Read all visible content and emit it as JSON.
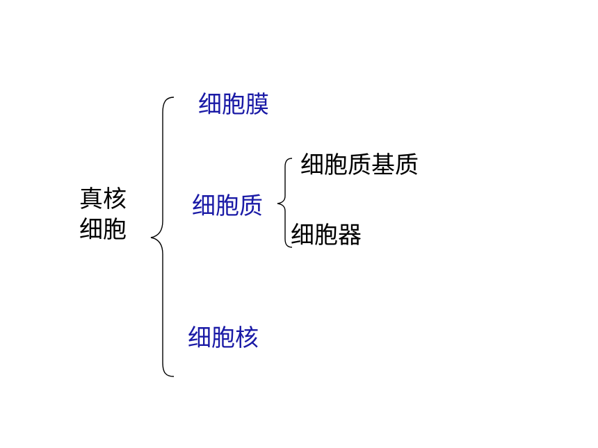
{
  "root": {
    "line1": "真核",
    "line2": "细胞"
  },
  "branches": [
    {
      "label": "细胞膜"
    },
    {
      "label": "细胞质",
      "children": [
        "细胞质基质",
        "细胞器"
      ]
    },
    {
      "label": "细胞核"
    }
  ],
  "colors": {
    "branch_text": "#1a1aa6",
    "leaf_text": "#000000",
    "brace": "#000000"
  }
}
